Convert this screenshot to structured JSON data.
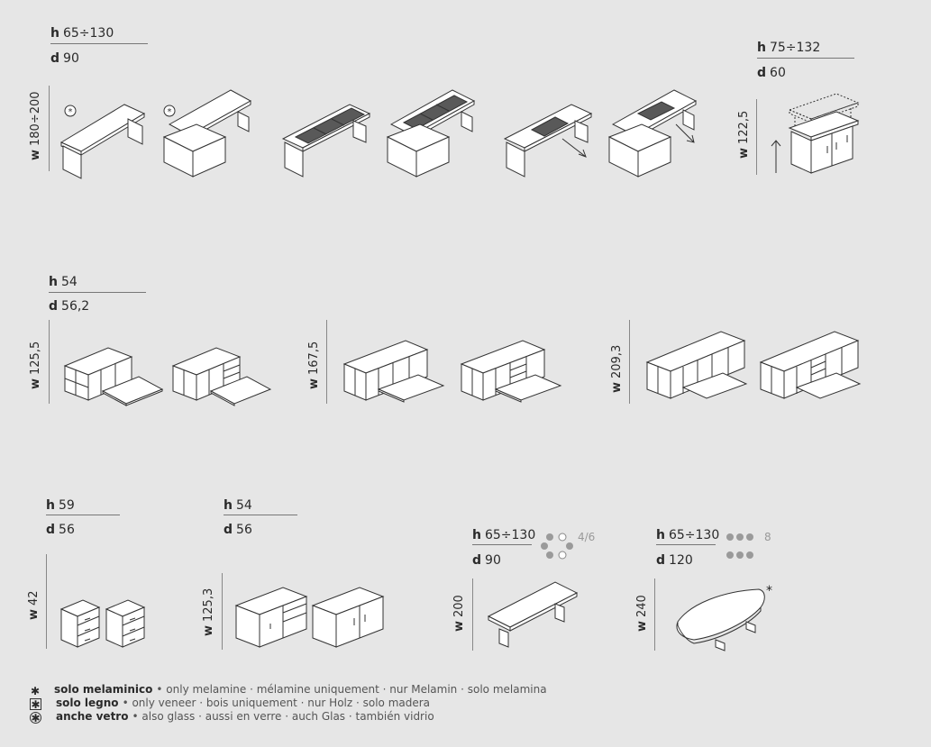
{
  "g1": {
    "h": "65÷130",
    "d": "90",
    "w": "180÷200"
  },
  "g2": {
    "h": "75÷132",
    "d": "60",
    "w": "122,5"
  },
  "g3": {
    "h": "54",
    "d": "56,2",
    "w1": "125,5",
    "w2": "167,5",
    "w3": "209,3"
  },
  "g4": {
    "h": "59",
    "d": "56",
    "w": "42"
  },
  "g5": {
    "h": "54",
    "d": "56",
    "w": "125,3"
  },
  "g6": {
    "h": "65÷130",
    "d": "90",
    "w": "200",
    "seats": "4/6"
  },
  "g7": {
    "h": "65÷130",
    "d": "120",
    "w": "240",
    "seats": "8"
  },
  "labels": {
    "h": "h",
    "d": "d",
    "w": "w"
  },
  "legend": [
    {
      "symbol": "*",
      "bold": "solo melaminico",
      "rest": "• only melamine · mélamine uniquement · nur Melamin · solo melamina"
    },
    {
      "symbol": "boxed-asterisk",
      "bold": "solo legno",
      "rest": "• only veneer · bois uniquement · nur Holz · solo madera"
    },
    {
      "symbol": "circled-asterisk",
      "bold": "anche vetro",
      "rest": "• also glass · aussi en verre · auch Glas · también vidrio"
    }
  ]
}
